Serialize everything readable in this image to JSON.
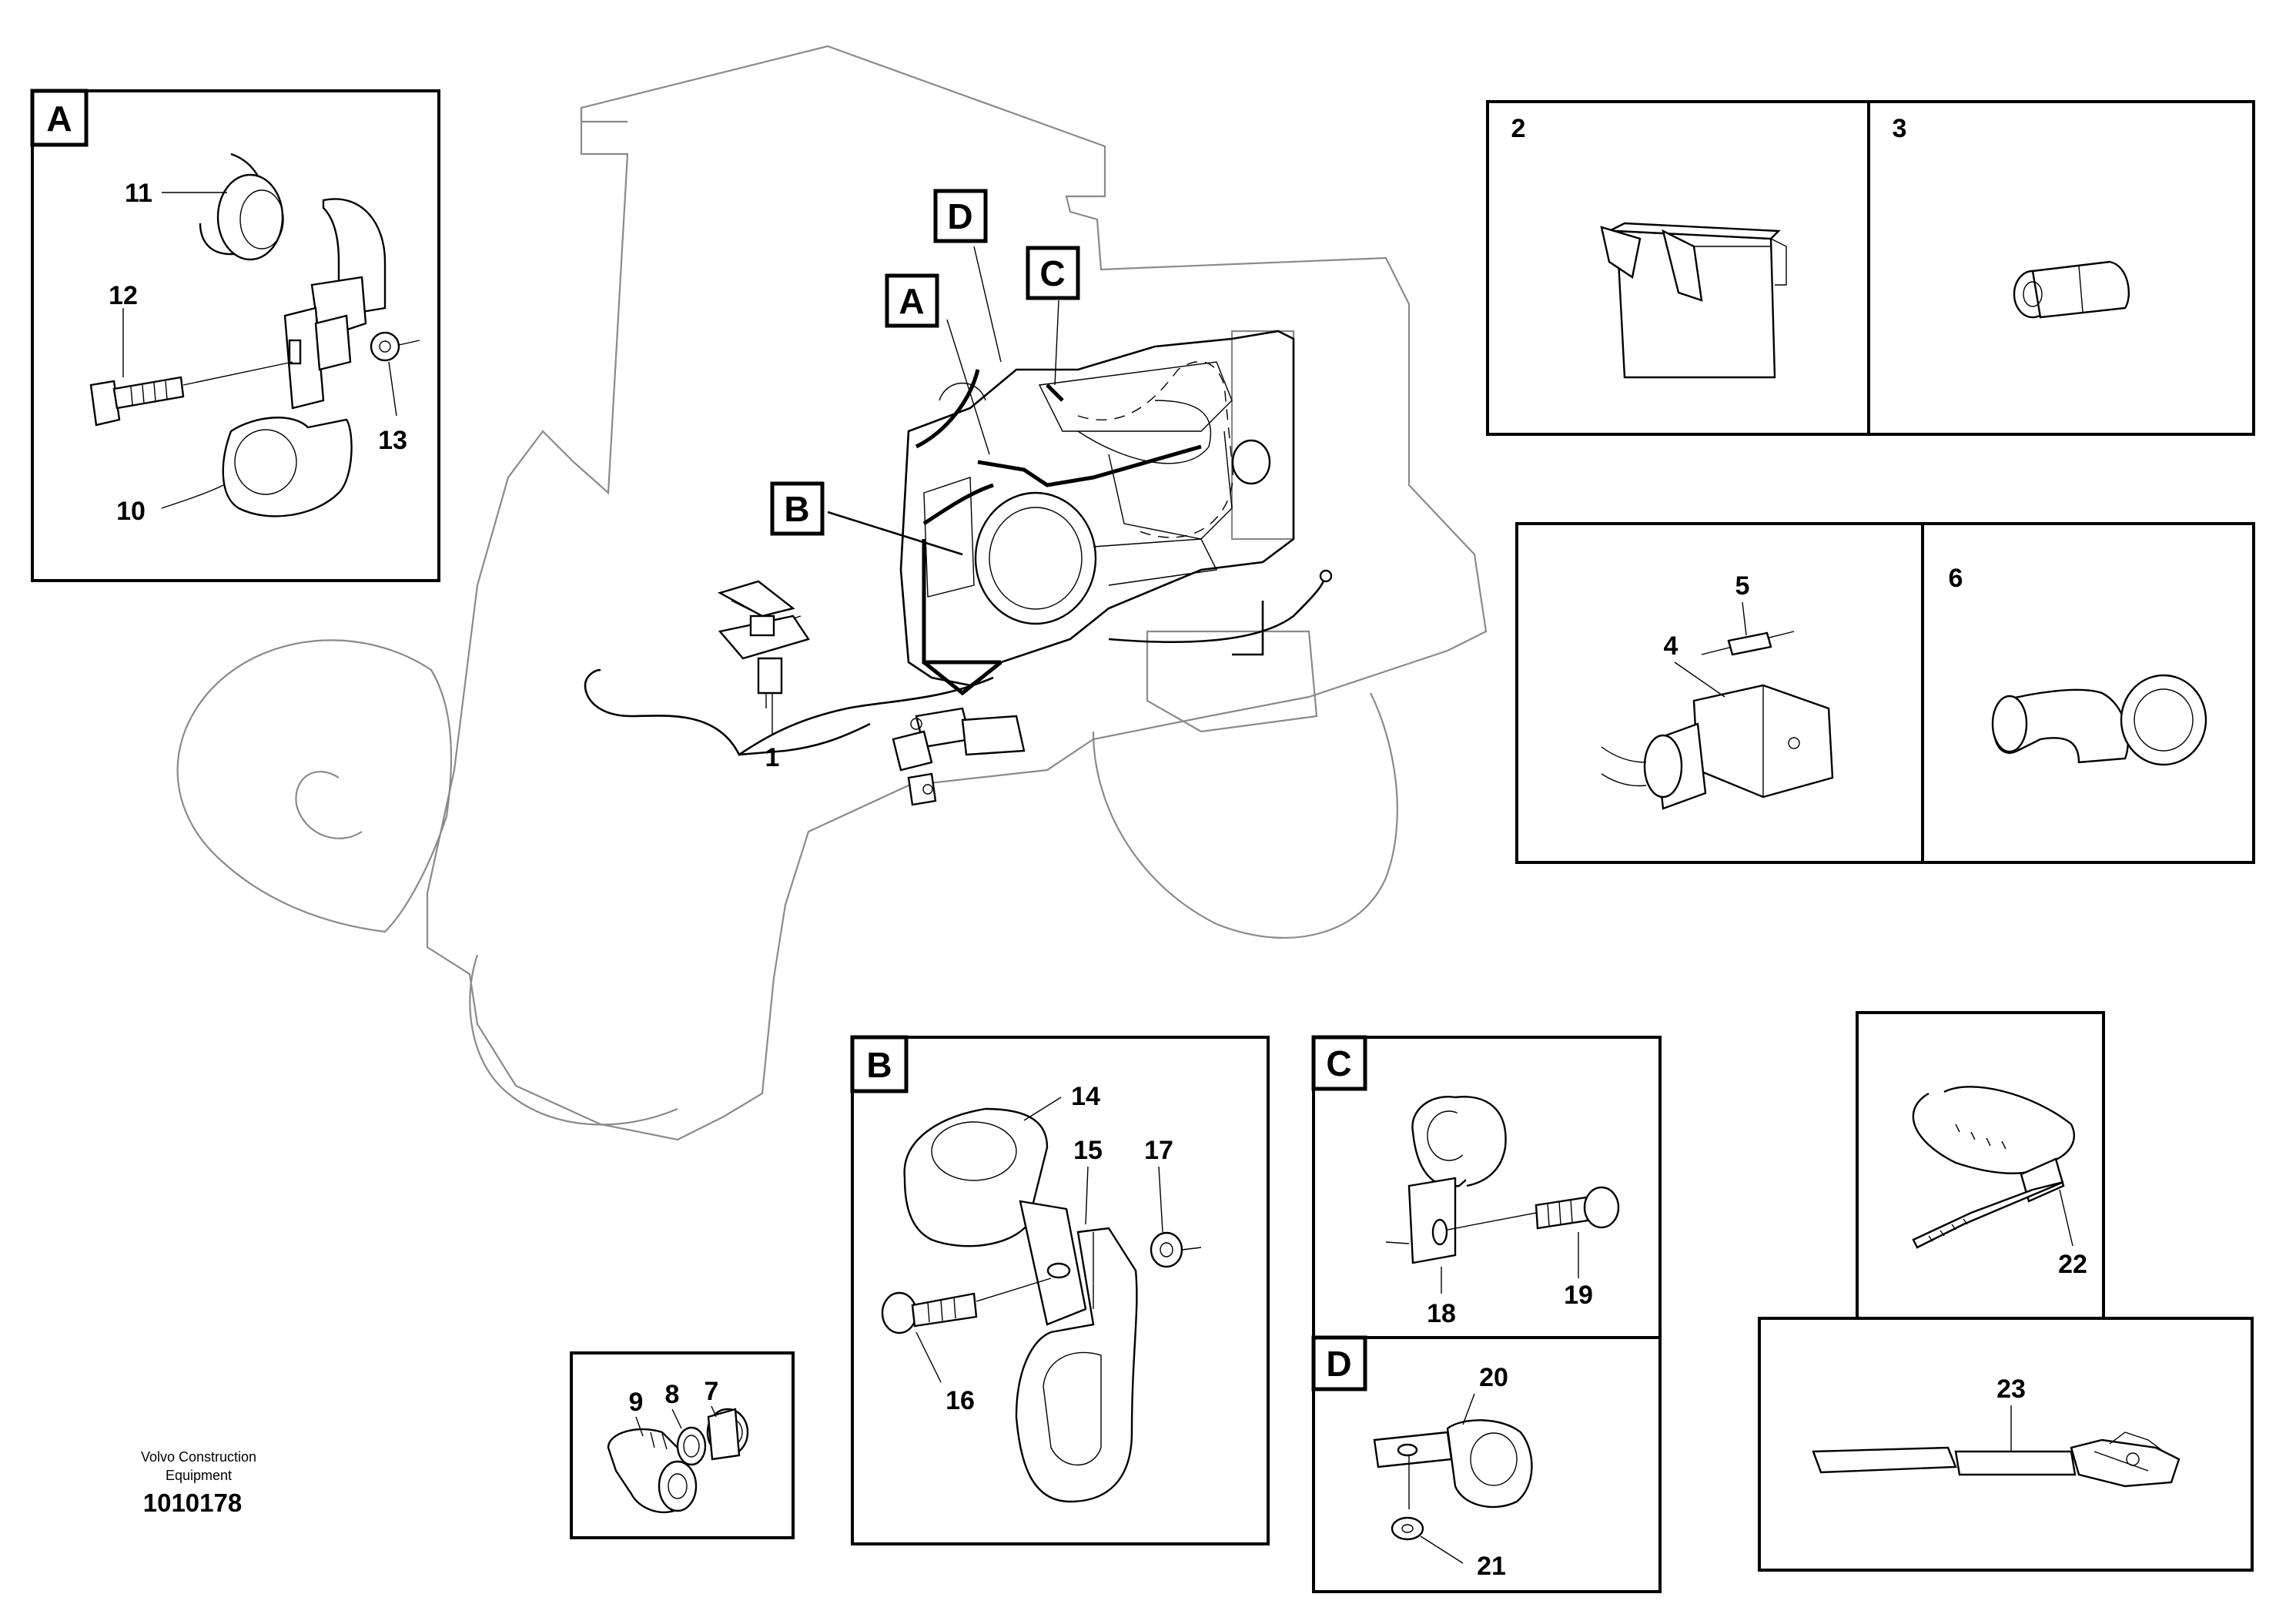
{
  "diagram": {
    "callouts": {
      "n1": "1",
      "n2": "2",
      "n3": "3",
      "n4": "4",
      "n5": "5",
      "n6": "6",
      "n7": "7",
      "n8": "8",
      "n9": "9",
      "n10": "10",
      "n11": "11",
      "n12": "12",
      "n13": "13",
      "n14": "14",
      "n15": "15",
      "n16": "16",
      "n17": "17",
      "n18": "18",
      "n19": "19",
      "n20": "20",
      "n21": "21",
      "n22": "22",
      "n23": "23"
    },
    "detail_letters": {
      "a": "A",
      "b": "B",
      "c": "C",
      "d": "D"
    },
    "footer": {
      "company_line1": "Volvo Construction",
      "company_line2": "Equipment",
      "drawing_number": "1010178"
    }
  }
}
